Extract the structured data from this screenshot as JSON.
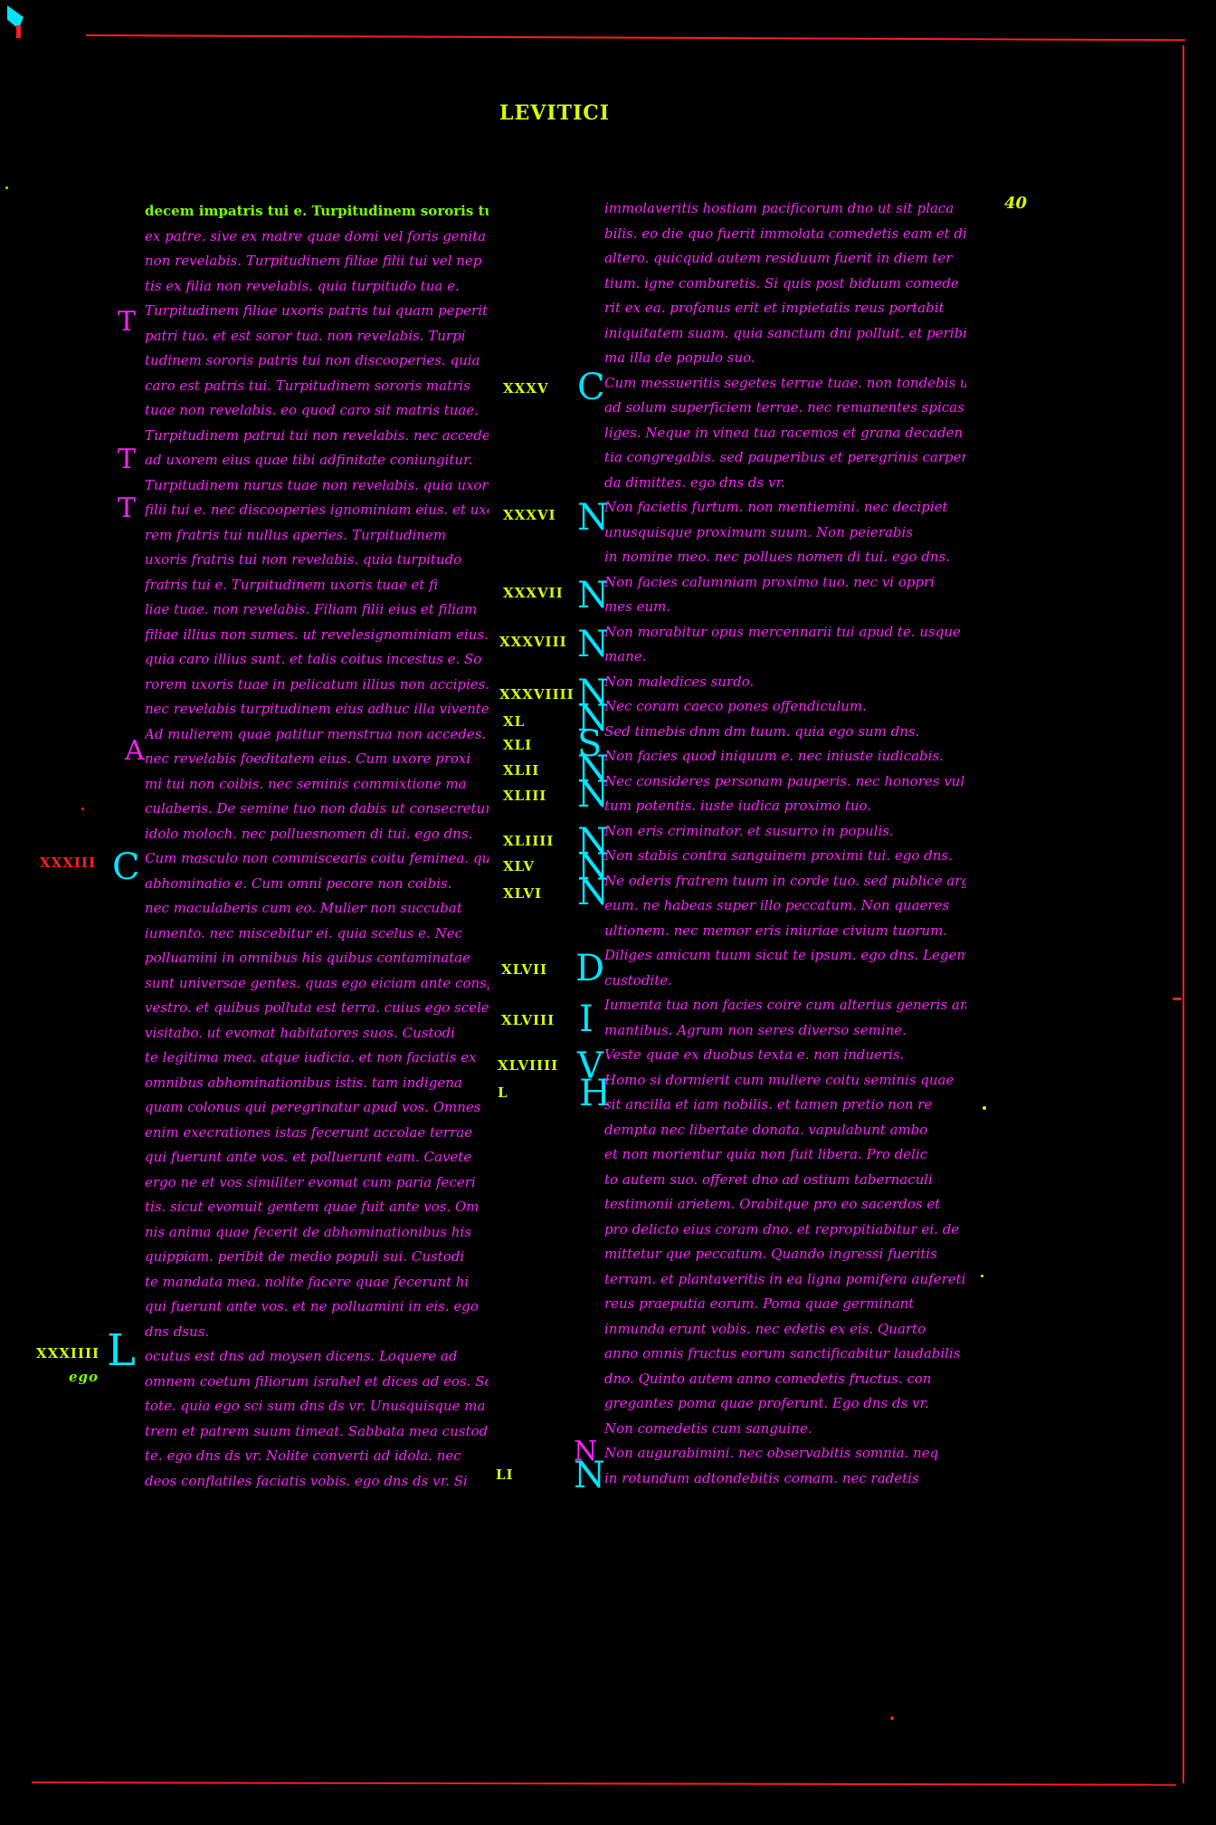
{
  "running_head": "LEVITICI",
  "folio": "40",
  "left_margin": {
    "chapter_red": "XXXIII",
    "chapter_green": "XXXIIII",
    "green_mark": "ego"
  },
  "left_column": [
    "decem impatris tui e. Turpitudinem sororis tuae",
    "ex patre. sive ex matre quae domi vel foris genita e",
    "non revelabis. Turpitudinem filiae filii tui vel nep",
    "tis ex filia non revelabis. quia turpitudo tua e.",
    "Turpitudinem filiae uxoris patris tui quam peperit",
    "patri tuo. et est soror tua. non revelabis. Turpi",
    "tudinem sororis patris tui non discooperies. quia",
    "caro est patris tui. Turpitudinem sororis matris",
    "tuae non revelabis. eo quod caro sit matris tuae.",
    "Turpitudinem patrui tui non revelabis. nec accedes",
    "ad uxorem eius quae tibi adfinitate coniungitur.",
    "Turpitudinem nurus tuae non revelabis. quia uxor",
    "filii tui e. nec discooperies ignominiam eius. et uxo",
    "rem fratris tui nullus aperies. Turpitudinem",
    "uxoris fratris tui non revelabis. quia turpitudo",
    "fratris tui e. Turpitudinem uxoris tuae et fi",
    "liae tuae. non revelabis. Filiam filii eius et filiam",
    "filiae illius non sumes. ut revelesignominiam eius.",
    "quia caro illius sunt. et talis coitus incestus e. So",
    "rorem uxoris tuae in pelicatum illius non accipies.",
    "nec revelabis turpitudinem eius adhuc illa vivente.",
    "Ad mulierem quae patitur menstrua non accedes.",
    "nec revelabis foeditatem eius. Cum uxore proxi",
    "mi tui non coibis. nec seminis commixtione ma",
    "culaberis. De semine tuo non dabis ut consecretur",
    "idolo moloch. nec polluesnomen di tui. ego dns.",
    "Cum masculo non commiscearis coitu feminea. quia",
    "abhominatio e. Cum omni pecore non coibis.",
    "nec maculaberis cum eo. Mulier non succubat",
    "iumento. nec miscebitur ei. quia scelus e. Nec",
    "polluamini in omnibus his quibus contaminatae",
    "sunt universae gentes. quas ego eiciam ante conspectu",
    "vestro. et quibus polluta est terra. cuius ego scelera",
    "visitabo. ut evomat habitatores suos. Custodi",
    "te legitima mea. atque iudicia. et non faciatis ex",
    "omnibus abhominationibus istis. tam indigena",
    "quam colonus qui peregrinatur apud vos. Omnes",
    "enim execrationes istas fecerunt accolae terrae",
    "qui fuerunt ante vos. et polluerunt eam. Cavete",
    "ergo ne et vos similiter evomat cum paria feceri",
    "tis. sicut evomuit gentem quae fuit ante vos. Om",
    "nis anima quae fecerit de abhominationibus his",
    "quippiam. peribit de medio populi sui. Custodi",
    "te mandata mea. nolite facere quae fecerunt hi",
    "qui fuerunt ante vos. et ne polluamini in eis. ego",
    "dns dsus.",
    "ocutus     est dns ad moysen dicens. Loquere ad",
    "omnem coetum filiorum israhel et dices ad eos. Sci es",
    "tote. quia ego sci sum dns ds vr. Unusquisque ma",
    "trem et patrem suum timeat. Sabbata mea custodi",
    "te. ego dns ds vr. Nolite converti ad idola. nec",
    "deos conflatiles faciatis vobis. ego dns ds vr. Si"
  ],
  "right_column": [
    "immolaveritis hostiam pacificorum dno ut sit placa",
    "bilis. eo die quo fuerit immolata comedetis eam et die",
    "altero. quicquid autem residuum fuerit in diem ter",
    "tium. igne comburetis. Si quis post biduum comede",
    "rit ex ea. profanus erit et impietatis reus portabit",
    "iniquitatem suam. quia sanctum dni polluit. et peribit ani",
    "ma illa de populo suo.",
    "Cum messueritis segetes terrae tuae. non tondebis usq",
    "ad solum superficiem terrae. nec remanentes spicas col",
    "liges. Neque in vinea tua racemos et grana decaden",
    "tia congregabis. sed pauperibus et peregrinis carpen",
    "da dimittes. ego dns ds vr.",
    "Non facietis furtum. non mentiemini. nec decipiet",
    "unusquisque proximum suum. Non peierabis",
    "in nomine meo. nec pollues nomen di tui. ego dns.",
    "Non facies calumniam proximo tuo. nec vi oppri",
    "mes eum.",
    "Non morabitur opus mercennarii tui apud te. usque",
    "mane.",
    "Non maledices surdo.",
    "Nec coram caeco pones offendiculum.",
    "Sed timebis dnm dm tuum. quia ego sum dns.",
    "Non facies quod iniquum e. nec iniuste iudicabis.",
    "Nec consideres personam pauperis. nec honores vul",
    "tum potentis. iuste iudica proximo tuo.",
    "Non eris criminator. et susurro in populis.",
    "Non stabis contra sanguinem proximi tui. ego dns.",
    "Ne oderis fratrem tuum in corde tuo. sed publice argue",
    "eum. ne habeas super illo peccatum. Non quaeres",
    "ultionem. nec memor eris iniuriae civium tuorum.",
    "Diliges amicum tuum sicut te ipsum. ego dns. Legem meas",
    "custodite.",
    "Iumenta tua non facies coire cum alterius generis ani",
    "mantibus. Agrum non seres diverso semine.",
    "Veste quae ex duobus texta e. non indueris.",
    "Homo si dormierit cum muliere coitu seminis quae",
    "sit ancilla et iam nobilis. et tamen pretio non re",
    "dempta nec libertate donata. vapulabunt ambo",
    "et non morientur quia non fuit libera. Pro delic",
    "to autem suo. offeret dno ad ostium tabernaculi",
    "testimonii arietem. Orabitque pro eo sacerdos et",
    "pro delicto eius coram dno. et repropitiabitur ei. de",
    "mittetur que peccatum. Quando ingressi fueritis",
    "terram. et plantaveritis in ea ligna pomifera   auferetis",
    "reus praeputia eorum. Poma quae germinant",
    "inmunda erunt vobis. nec edetis ex eis. Quarto",
    "anno omnis fructus eorum sanctificabitur laudabilis",
    "dno. Quinto autem anno comedetis fructus. con",
    "gregantes poma quae proferunt. Ego dns ds vr.",
    "Non comedetis cum sanguine.",
    "Non augurabimini. nec observabitis somnia. neq",
    "in rotundum adtondebitis comam. nec radetis"
  ],
  "middle_chapters": [
    "XXXV",
    "XXXVI",
    "XXXVII",
    "XXXVIII",
    "XXXVIIII",
    "XL",
    "XLI",
    "XLII",
    "XLIII",
    "XLIIII",
    "XLV",
    "XLVI",
    "XLVII",
    "XLVIII",
    "XLVIIII",
    "L",
    "LI"
  ],
  "initials": {
    "left": [
      "T",
      "T",
      "T",
      "A",
      "C",
      "L"
    ],
    "right": [
      "C",
      "N",
      "N",
      "N",
      "N",
      "N",
      "S",
      "N",
      "N",
      "N",
      "N",
      "N",
      "D",
      "I",
      "V",
      "H",
      "N",
      "N"
    ]
  },
  "colors": {
    "background": "#000000",
    "text": "#ff20ff",
    "initials": "#00e5ff",
    "chapter_numbers": "#d8ff00",
    "red_marks": "#ff2020",
    "green_marks": "#7cff00"
  }
}
